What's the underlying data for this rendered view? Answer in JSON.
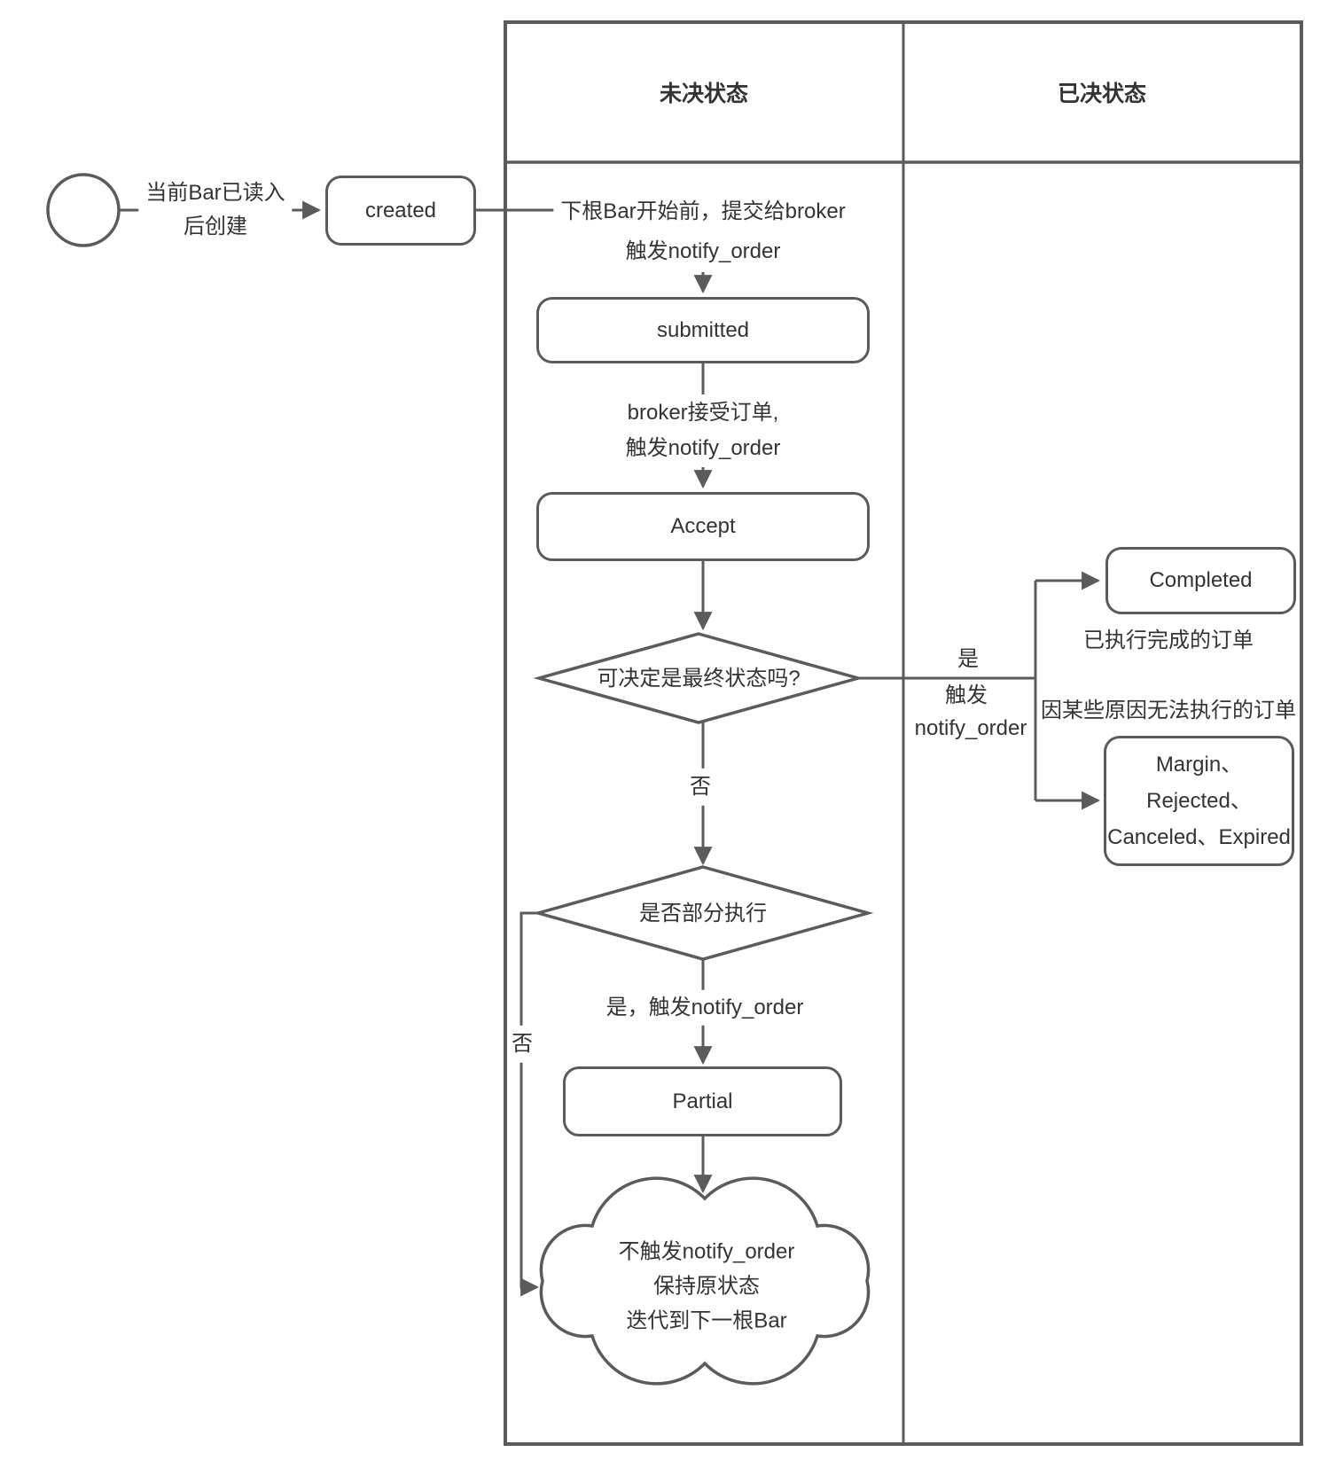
{
  "table": {
    "header_pending": "未决状态",
    "header_decided": "已决状态"
  },
  "start": {
    "line1": "当前Bar已读入",
    "line2": "后创建"
  },
  "nodes": {
    "created": "created",
    "submitted": "submitted",
    "accept": "Accept",
    "completed": "Completed",
    "partial": "Partial",
    "final_line1": "Margin、",
    "final_line2": "Rejected、",
    "final_line3": "Canceled、Expired"
  },
  "decisions": {
    "is_final": "可决定是最终状态吗?",
    "is_partial": "是否部分执行"
  },
  "edges": {
    "created_to_submitted_line1": "下根Bar开始前，提交给broker",
    "created_to_submitted_line2": "触发notify_order",
    "submitted_to_accept_line1": "broker接受订单,",
    "submitted_to_accept_line2": "触发notify_order",
    "yes": "是",
    "yes_trigger_line1": "触发",
    "yes_trigger_line2": "notify_order",
    "no_to_partial_check": "否",
    "no_keep_state": "否",
    "yes_partial": "是，触发notify_order"
  },
  "notes": {
    "completed": "已执行完成的订单",
    "final": "因某些原因无法执行的订单"
  },
  "cloud": {
    "line1": "不触发notify_order",
    "line2": "保持原状态",
    "line3": "迭代到下一根Bar"
  },
  "colors": {
    "stroke": "#5b5b5b",
    "text": "#333333",
    "background": "#ffffff"
  }
}
